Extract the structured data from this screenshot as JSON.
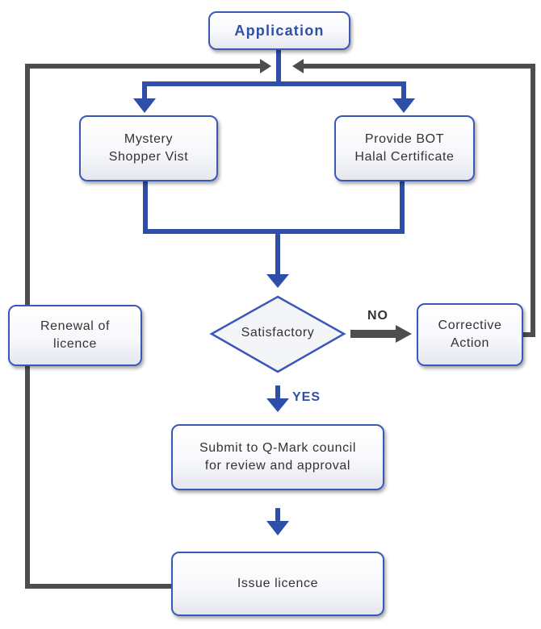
{
  "nodes": {
    "application": "Application",
    "mystery_shopper": "Mystery\nShopper Vist",
    "provide_bot": "Provide BOT\nHalal Certificate",
    "satisfactory": "Satisfactory",
    "corrective_action": "Corrective\nAction",
    "renewal": "Renewal of\nlicence",
    "submit": "Submit to Q-Mark council\nfor review and approval",
    "issue": "Issue licence"
  },
  "edges": {
    "no_label": "NO",
    "yes_label": "YES"
  },
  "colors": {
    "primary_blue": "#2f4ea8",
    "loop_gray": "#4d4d4f",
    "box_border": "#3b57b8"
  }
}
